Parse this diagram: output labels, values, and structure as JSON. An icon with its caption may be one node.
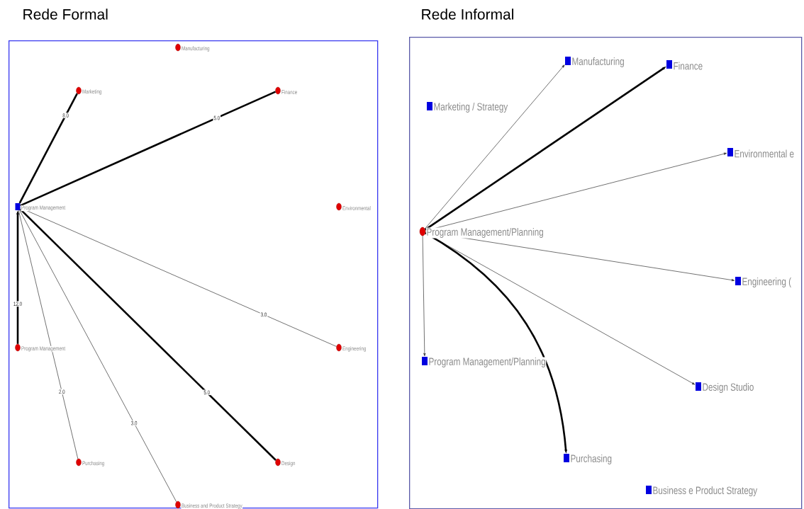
{
  "diagram": {
    "nodes": [
      {
        "text": [
          "Rede Formal"
        ]
      },
      {
        "text": [
          "Rede Informal"
        ]
      },
      {
        "text": [
          "Manufacturing"
        ],
        "in": 0
      },
      {
        "text": [
          "Marketing"
        ],
        "in": 0
      },
      {
        "text": [
          "Finance"
        ],
        "in": 0
      },
      {
        "text": [
          "Program Management"
        ],
        "in": 0
      },
      {
        "text": [
          "Environmental"
        ],
        "in": 0
      },
      {
        "text": [
          "Program Management"
        ],
        "in": 0
      },
      {
        "text": [
          "Engineering"
        ],
        "in": 0
      },
      {
        "text": [
          "Purchasing"
        ],
        "in": 0
      },
      {
        "text": [
          "Design"
        ],
        "in": 0
      },
      {
        "text": [
          "Business and Product Strategy"
        ],
        "in": 0
      },
      {
        "text": [
          "Manufacturing"
        ],
        "in": 1
      },
      {
        "text": [
          "Finance"
        ],
        "in": 1
      },
      {
        "text": [
          "Marketing / Strategy"
        ],
        "in": 1
      },
      {
        "text": [
          "Environmental e"
        ],
        "in": 1
      },
      {
        "text": [
          "Program Management/Planning"
        ],
        "in": 1
      },
      {
        "text": [
          "Engineering ("
        ],
        "in": 1
      },
      {
        "text": [
          "Program Management/Planning"
        ],
        "in": 1
      },
      {
        "text": [
          "Design Studio"
        ],
        "in": 1
      },
      {
        "text": [
          "Purchasing"
        ],
        "in": 1
      },
      {
        "text": [
          "Business e Product Strategy"
        ],
        "in": 1
      }
    ],
    "edges": [
      {
        "from": 5,
        "to": 3,
        "arrow": "none",
        "label": "8.0",
        "style": "thick"
      },
      {
        "from": 5,
        "to": 4,
        "arrow": "none",
        "label": "5.0",
        "style": "thick"
      },
      {
        "from": 7,
        "to": 5,
        "arrow": "to",
        "label": "12.0",
        "style": "thick"
      },
      {
        "from": 5,
        "to": 8,
        "arrow": "none",
        "label": "3.0"
      },
      {
        "from": 5,
        "to": 10,
        "arrow": "none",
        "label": "5.0",
        "style": "thick"
      },
      {
        "from": 5,
        "to": 11,
        "arrow": "none",
        "label": "3.0"
      },
      {
        "from": 5,
        "to": 9,
        "arrow": "none",
        "label": "2.0"
      },
      {
        "from": 16,
        "to": 12,
        "arrow": "to"
      },
      {
        "from": 16,
        "to": 13,
        "arrow": "to",
        "style": "thick"
      },
      {
        "from": 16,
        "to": 15,
        "arrow": "to"
      },
      {
        "from": 16,
        "to": 17,
        "arrow": "to"
      },
      {
        "from": 16,
        "to": 18,
        "arrow": "to"
      },
      {
        "from": 16,
        "to": 19,
        "arrow": "to"
      },
      {
        "from": 16,
        "to": 20,
        "arrow": "to",
        "style": "thick"
      }
    ]
  }
}
